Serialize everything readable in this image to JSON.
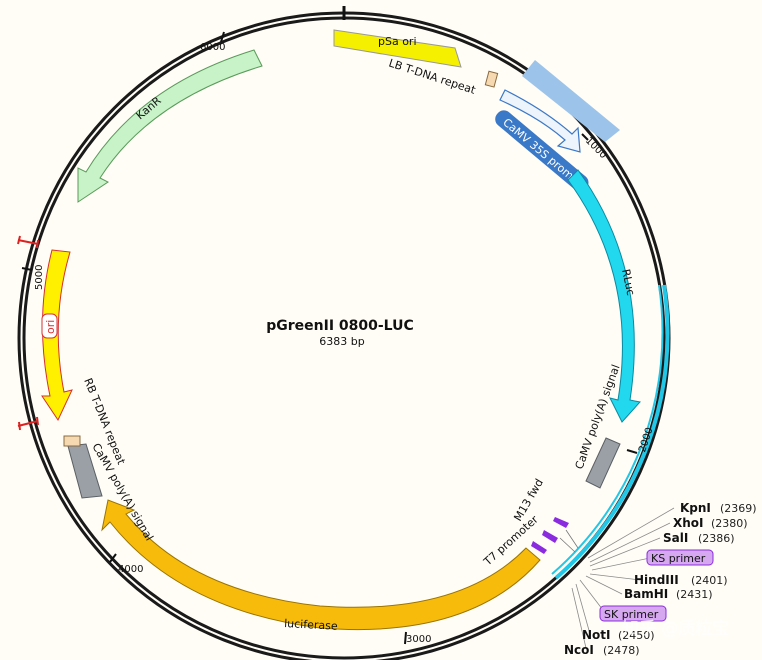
{
  "plasmid": {
    "name": "pGreenII 0800-LUC",
    "size": "6383 bp"
  },
  "ticks": [
    "1000",
    "2000",
    "3000",
    "4000",
    "5000",
    "6000"
  ],
  "features": {
    "psa_ori": "pSa ori",
    "lb_repeat": "LB T-DNA repeat",
    "camv35s": "CaMV 35S promoter",
    "rluc": "RLuc",
    "camv_polya_1": "CaMV poly(A) signal",
    "m13fwd": "M13 fwd",
    "t7": "T7 promoter",
    "luciferase": "luciferase",
    "camv_polya_2": "CaMV poly(A) signal",
    "rb_repeat": "RB T-DNA repeat",
    "ori": "ori",
    "kanr": "KanR"
  },
  "sites": [
    {
      "name": "KpnI",
      "pos": "(2369)"
    },
    {
      "name": "XhoI",
      "pos": "(2380)"
    },
    {
      "name": "SalI",
      "pos": "(2386)"
    },
    {
      "name": "HindIII",
      "pos": "(2401)"
    },
    {
      "name": "BamHI",
      "pos": "(2431)"
    },
    {
      "name": "NotI",
      "pos": "(2450)"
    },
    {
      "name": "NcoI",
      "pos": "(2478)"
    }
  ],
  "primers": {
    "ks": "KS primer",
    "sk": "SK primer"
  },
  "watermark": "知乎 @质粒宝",
  "colors": {
    "backbone": "#1a1a1a",
    "psa_ori": "#f5f000",
    "camv35s": "#3a78c8",
    "rluc": "#22d8ee",
    "polya": "#9aa0a6",
    "luciferase": "#f7bb0c",
    "ori_yellow": "#fff000",
    "kanr": "#c8f2c8",
    "primer": "#d6a8f0"
  }
}
